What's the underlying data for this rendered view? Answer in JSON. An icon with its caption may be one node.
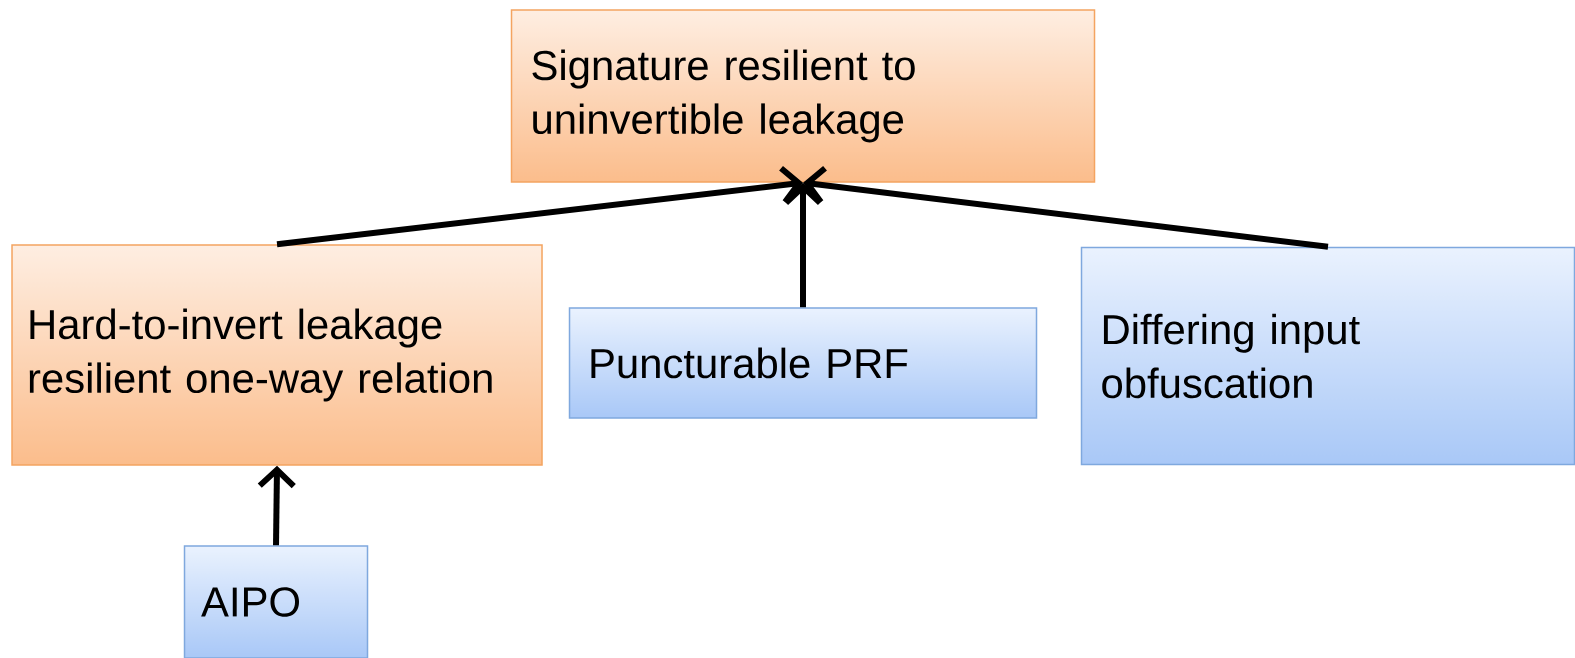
{
  "diagram": {
    "nodes": [
      {
        "text": [
          "Signature resilient to uninvertible leakage"
        ]
      },
      {
        "text": [
          "Hard-to-invert leakage resilient one-way relation"
        ]
      },
      {
        "text": [
          "Puncturable PRF"
        ]
      },
      {
        "text": [
          "Differing input obfuscation"
        ]
      },
      {
        "text": [
          "AIPO"
        ]
      }
    ],
    "edges": [
      {
        "from": 1,
        "to": 0,
        "arrow": "to"
      },
      {
        "from": 2,
        "to": 0,
        "arrow": "to"
      },
      {
        "from": 3,
        "to": 0,
        "arrow": "to"
      },
      {
        "from": 4,
        "to": 1,
        "arrow": "to"
      }
    ]
  }
}
